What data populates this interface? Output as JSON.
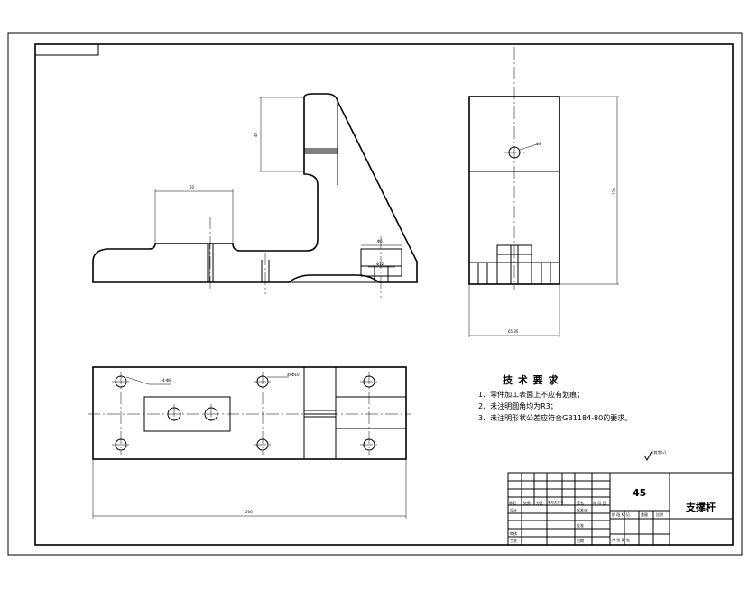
{
  "dimensions": {
    "front_height": "40",
    "front_width": "50",
    "front_hole_upper": "Φ6",
    "front_hole_lower": "Φ12",
    "side_hole": "Φ8",
    "side_height": "120",
    "side_width": "65.35",
    "top_length": "200",
    "top_hole_left": "4-Φ8",
    "top_hole_right": "4XΦ10"
  },
  "technical_requirements": {
    "heading": "技 术 要 求",
    "items": [
      "1、零件加工表面上不应有划痕；",
      "2、未注明圆角均为R3；",
      "3、未注明形状公差应符合GB1184-80的要求。"
    ]
  },
  "roughness_note": "√其余(√)",
  "title_block": {
    "material": "45",
    "part_name": "支撑杆",
    "header_labels": [
      "标记",
      "处数",
      "分区",
      "更改文件号",
      "签名",
      "年 月 日"
    ],
    "row_labels": [
      "设计",
      "审核",
      "工艺"
    ],
    "mid_labels": [
      "标准化",
      "批准",
      "日期"
    ],
    "stage_labels": [
      "阶 段 标 记",
      "重量",
      "比例"
    ],
    "sheet_info": "共 张 第 张"
  }
}
